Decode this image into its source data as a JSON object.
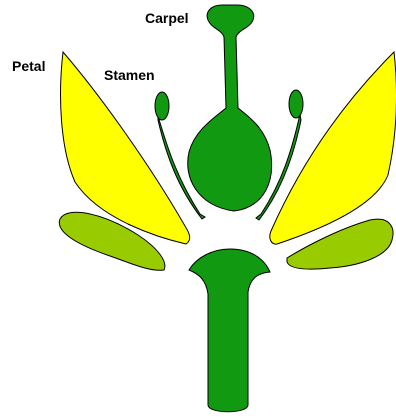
{
  "labels": {
    "carpel": "Carpel",
    "petal": "Petal",
    "stamen": "Stamen"
  },
  "colors": {
    "stalk_green": "#119911",
    "petal_yellow": "#ffff00",
    "sepal_green": "#99cc00",
    "outline": "#000000",
    "background": "#ffffff"
  }
}
